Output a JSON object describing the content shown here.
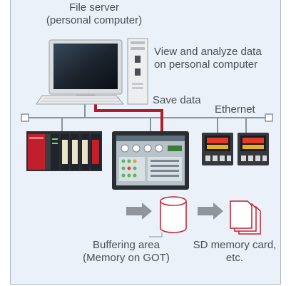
{
  "file_server": {
    "title": "File server",
    "subtitle": "(personal computer)"
  },
  "analyze": {
    "line1": "View and analyze data",
    "line2": "on personal computer"
  },
  "save_data": "Save data",
  "ethernet": "Ethernet",
  "buffering": {
    "line1": "Buffering area",
    "line2": "(Memory on GOT)"
  },
  "sd_card": {
    "line1": "SD memory card,",
    "line2": "etc."
  },
  "colors": {
    "background": "#eaf1f8",
    "network_line": "#8a929a",
    "arrow_red": "#b01e2a",
    "arrow_gray": "#8f959b",
    "storage_red": "#c21f2d"
  }
}
